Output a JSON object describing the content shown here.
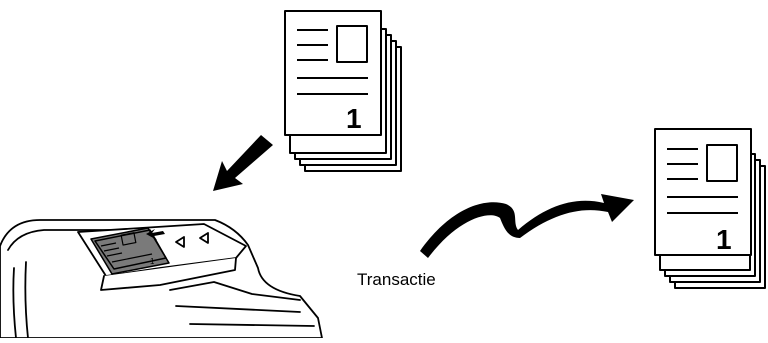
{
  "labels": {
    "transaction": "Transactie",
    "original_page_number": "1",
    "received_page_number": "1"
  },
  "icons": {
    "original": "document-stack-icon",
    "feed_arrow": "arrow-down-left-icon",
    "device": "multifunction-printer-icon",
    "transmission": "transmission-squiggle-arrow-icon",
    "received": "document-stack-icon"
  },
  "colors": {
    "line": "#000000",
    "page_fill": "#ffffff",
    "document_in_feeder": "#7a7a7a"
  }
}
